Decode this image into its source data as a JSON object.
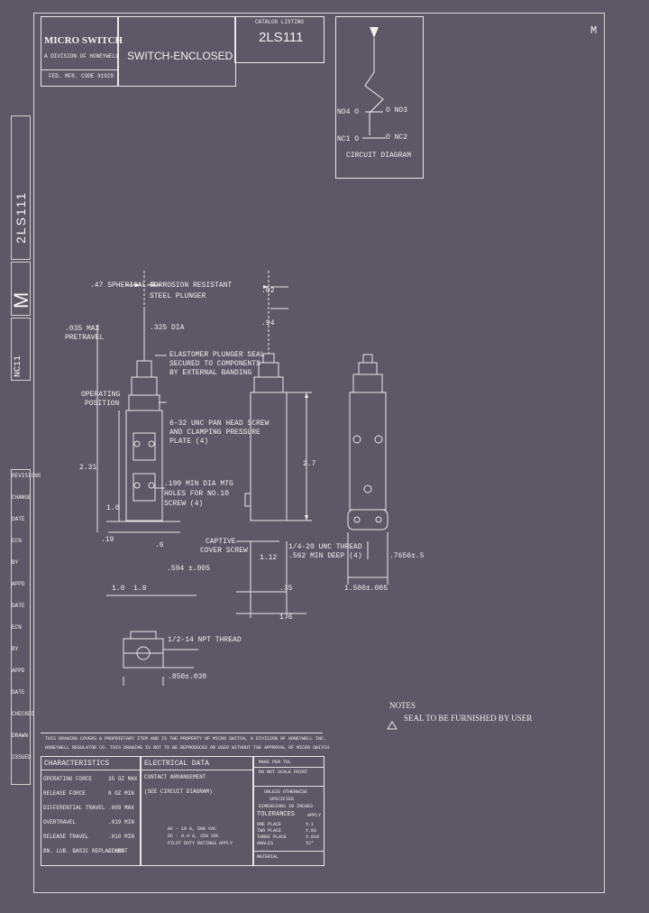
{
  "title_block": {
    "company": "MICRO SWITCH",
    "company_sub": "A DIVISION OF HONEYWELL",
    "fed_mfr_code": "FED. MFR. CODE 91929",
    "title": "SWITCH-ENCLOSED",
    "catalog_label": "CATALOG LISTING",
    "catalog_number": "2LS111"
  },
  "side_strip": {
    "catalog_number": "2LS111",
    "logo_letter": "M",
    "code": "NC11"
  },
  "circuit": {
    "no4": "NO4 O",
    "no3": "O NO3",
    "nc1": "NC1 O",
    "nc2": "O NC2",
    "caption": "CIRCUIT DIAGRAM"
  },
  "dimensions": {
    "d1": ".47 SPHERICAL R",
    "d2": "CORROSION RESISTANT",
    "d2b": "STEEL PLUNGER",
    "d3": ".035 MAX",
    "d3b": "PRETRAVEL",
    "d4": ".325 DIA",
    "d5": "ELASTOMER PLUNGER SEAL",
    "d5b": "SECURED TO COMPONENTS",
    "d5c": "BY EXTERNAL BANDING",
    "d6": "OPERATING",
    "d6b": "POSITION",
    "d7": "6-32 UNC PAN HEAD SCREW",
    "d7b": "AND CLAMPING PRESSURE",
    "d7c": "PLATE (4)",
    "d8": "2.31",
    "d9": ".190 MIN DIA MTG",
    "d9b": "HOLES FOR NO.10",
    "d9c": "SCREW (4)",
    "d10": "1.0",
    "d11": ".19",
    "d12": ".6",
    "d13": ".594 ±.005",
    "d14": "1.9",
    "d15": "1.0",
    "d16": ".02",
    "d17": ".94",
    "d18": "2.7",
    "d19": "CAPTIVE",
    "d19b": "COVER SCREW",
    "d20": "1.12",
    "d21": "1/4-20 UNC THREAD",
    "d21b": ".562 MIN DEEP (4)",
    "d22": ".35",
    "d23": "1.6",
    "d24": "1.500±.005",
    "d25": ".7656±.5",
    "d26": "1/2-14 NPT THREAD",
    "d27": ".850±.030"
  },
  "notes": {
    "heading": "NOTES",
    "note1": "SEAL TO BE FURNISHED BY USER"
  },
  "proprietary": {
    "line1": "THIS DRAWING COVERS A PROPRIETARY ITEM AND IS THE PROPERTY OF MICRO SWITCH, A DIVISION OF HONEYWELL INC.",
    "line2": "HONEYWELL REGULATOR CO. THIS DRAWING IS NOT TO BE REPRODUCED OR USED WITHOUT THE APPROVAL OF MICRO SWITCH"
  },
  "characteristics": {
    "heading": "CHARACTERISTICS",
    "rows": [
      {
        "label": "OPERATING FORCE",
        "value": "35 OZ MAX"
      },
      {
        "label": "RELEASE FORCE",
        "value": "8 OZ MIN"
      },
      {
        "label": "DIFFERENTIAL TRAVEL",
        "value": ".009 MAX"
      },
      {
        "label": "OVERTRAVEL",
        "value": ".019 MIN"
      },
      {
        "label": "RELEASE TRAVEL",
        "value": ".010 MIN"
      },
      {
        "label": "BN. LUB. BASIC REPLACEMENT",
        "value": "2 LNS"
      }
    ]
  },
  "electrical": {
    "heading": "ELECTRICAL DATA",
    "contact": "CONTACT ARRANGEMENT",
    "see": "(SEE CIRCUIT DIAGRAM)",
    "rating1": "AC - 10 A, 600 VAC",
    "rating2": "DC - 0.4 A, 250 VDC",
    "rating3": "PILOT DUTY RATINGS APPLY"
  },
  "right_block": {
    "r1": "MAKE PER TOL",
    "r2": "DO NOT SCALE PRINT",
    "r3": "UNLESS OTHERWISE",
    "r4": "SPECIFIED",
    "r5": "DIMENSIONS IN INCHES",
    "tolerances": "TOLERANCES",
    "apply": "APPLY",
    "one_place": "ONE PLACE",
    "two_place": "TWO PLACE",
    "three_place": "THREE PLACE",
    "angles": "ANGLES",
    "tol1": "±.1",
    "tol2": "±.03",
    "tol3": "±.010",
    "tol4": "±2°",
    "material": "MATERIAL"
  },
  "strip_labels": [
    "REVISIONS",
    "CHANGE",
    "DATE",
    "ECN",
    "BY",
    "APPD",
    "DATE",
    "ECN",
    "BY",
    "APPD",
    "DATE",
    "CHECKED",
    "DRAWN",
    "ISSUED"
  ],
  "corner_mark": "M"
}
